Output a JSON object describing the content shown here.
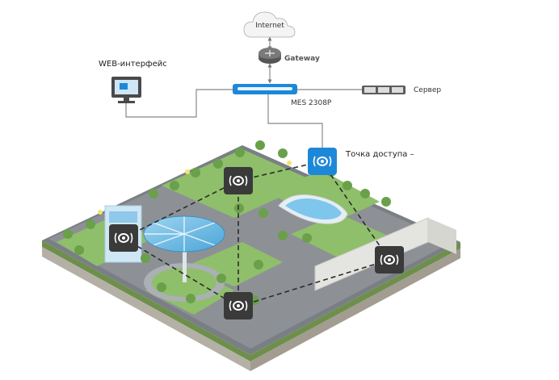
{
  "labels": {
    "internet": "Internet",
    "gateway": "Gateway",
    "web_interface": "WEB-интерфейс",
    "switch": "MES 2308P",
    "server": "Сервер",
    "access_point": "Точка доступа –"
  },
  "colors": {
    "accent_blue": "#1e88d8",
    "node_dark": "#3a3a3a",
    "grass": "#8fbf6a",
    "pavement": "#8d9196"
  },
  "icons": [
    "cloud-icon",
    "router-icon",
    "monitor-icon",
    "switch-icon",
    "server-icon",
    "wifi-access-point-icon"
  ]
}
